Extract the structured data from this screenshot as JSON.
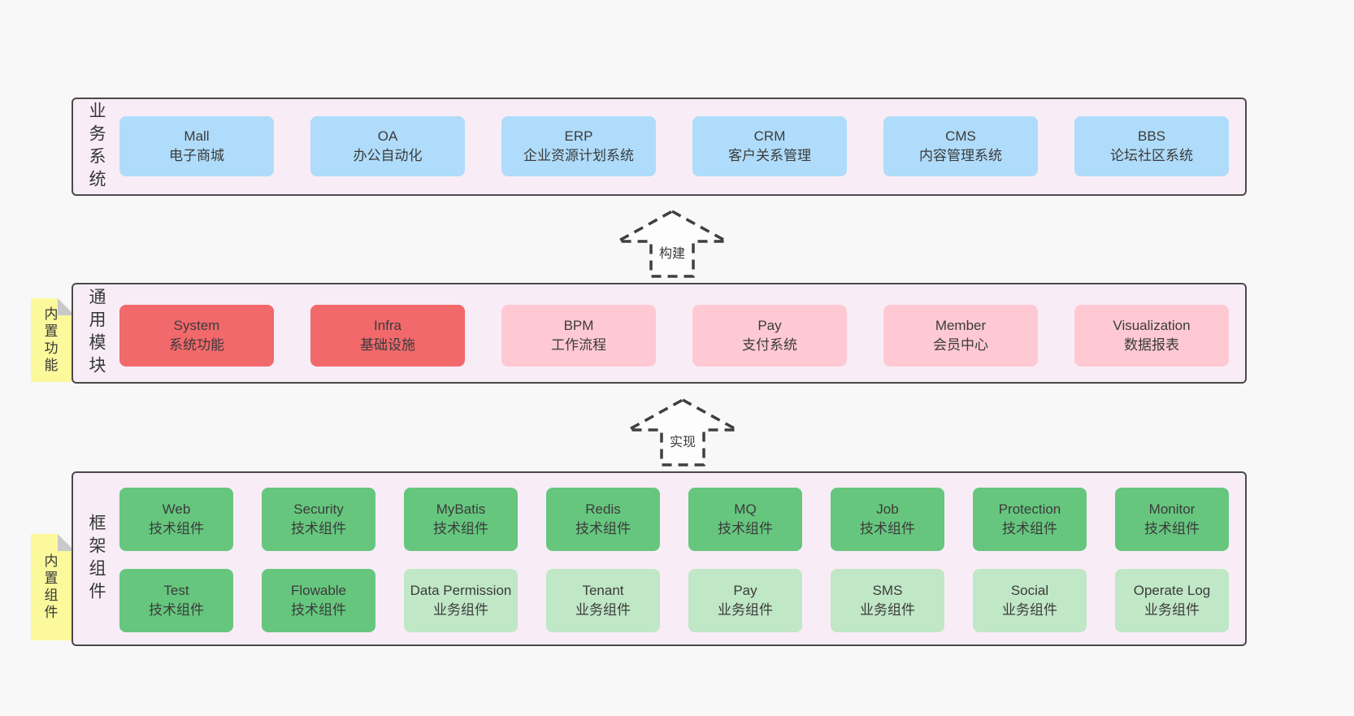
{
  "palette": {
    "page_bg": "#f8f8f8",
    "section_bg": "#f8edf6",
    "section_border": "#4a4a4a",
    "blue_box": "#afdcfa",
    "red_box": "#f2696c",
    "pink_box": "#ffc9d3",
    "green_box": "#66c67e",
    "light_green_box": "#c0e7c6",
    "yellow_tag": "#fbf99c",
    "fold_gray": "#c9c9c9",
    "text": "#3b3b3b"
  },
  "arrows": [
    {
      "label": "构建"
    },
    {
      "label": "实现"
    }
  ],
  "sections": [
    {
      "label": "业务系统",
      "boxes": [
        {
          "name": "Mall",
          "desc": "电子商城"
        },
        {
          "name": "OA",
          "desc": "办公自动化"
        },
        {
          "name": "ERP",
          "desc": "企业资源计划系统"
        },
        {
          "name": "CRM",
          "desc": "客户关系管理"
        },
        {
          "name": "CMS",
          "desc": "内容管理系统"
        },
        {
          "name": "BBS",
          "desc": "论坛社区系统"
        }
      ]
    },
    {
      "label": "通用模块",
      "tag": "内置功能",
      "boxes": [
        {
          "name": "System",
          "desc": "系统功能"
        },
        {
          "name": "Infra",
          "desc": "基础设施"
        },
        {
          "name": "BPM",
          "desc": "工作流程"
        },
        {
          "name": "Pay",
          "desc": "支付系统"
        },
        {
          "name": "Member",
          "desc": "会员中心"
        },
        {
          "name": "Visualization",
          "desc": "数据报表"
        }
      ]
    },
    {
      "label": "框架组件",
      "tag": "内置组件",
      "rows": [
        [
          {
            "name": "Web",
            "desc": "技术组件"
          },
          {
            "name": "Security",
            "desc": "技术组件"
          },
          {
            "name": "MyBatis",
            "desc": "技术组件"
          },
          {
            "name": "Redis",
            "desc": "技术组件"
          },
          {
            "name": "MQ",
            "desc": "技术组件"
          },
          {
            "name": "Job",
            "desc": "技术组件"
          },
          {
            "name": "Protection",
            "desc": "技术组件"
          },
          {
            "name": "Monitor",
            "desc": "技术组件"
          }
        ],
        [
          {
            "name": "Test",
            "desc": "技术组件"
          },
          {
            "name": "Flowable",
            "desc": "技术组件"
          },
          {
            "name": "Data Permission",
            "desc": "业务组件"
          },
          {
            "name": "Tenant",
            "desc": "业务组件"
          },
          {
            "name": "Pay",
            "desc": "业务组件"
          },
          {
            "name": "SMS",
            "desc": "业务组件"
          },
          {
            "name": "Social",
            "desc": "业务组件"
          },
          {
            "name": "Operate Log",
            "desc": "业务组件"
          }
        ]
      ]
    }
  ]
}
